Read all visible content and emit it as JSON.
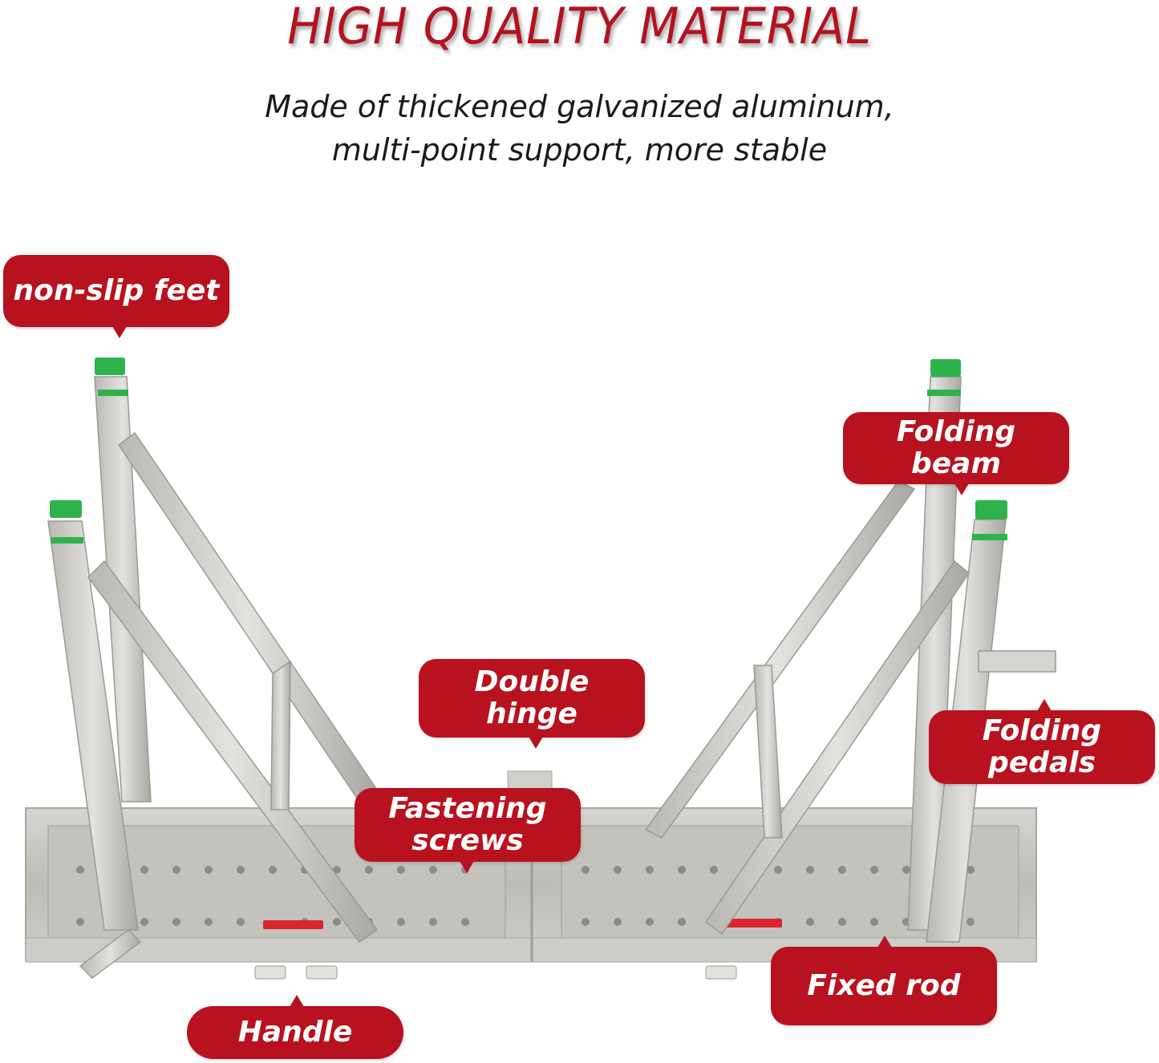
{
  "header": {
    "title": "HIGH QUALITY MATERIAL",
    "subtitle_line1": "Made of thickened galvanized aluminum,",
    "subtitle_line2": "multi-point support, more stable"
  },
  "colors": {
    "accent_red": "#b8121e",
    "foot_green": "#2fb24c",
    "metal_gray": "#c9c8c3",
    "lock_red": "#d9252b"
  },
  "callouts": {
    "non_slip_feet": "non-slip feet",
    "folding_beam_1": "Folding",
    "folding_beam_2": "beam",
    "double_hinge_1": "Double",
    "double_hinge_2": "hinge",
    "fastening_screws_1": "Fastening",
    "fastening_screws_2": "screws",
    "folding_pedals_1": "Folding",
    "folding_pedals_2": "pedals",
    "fixed_rod": "Fixed rod",
    "handle": "Handle"
  }
}
